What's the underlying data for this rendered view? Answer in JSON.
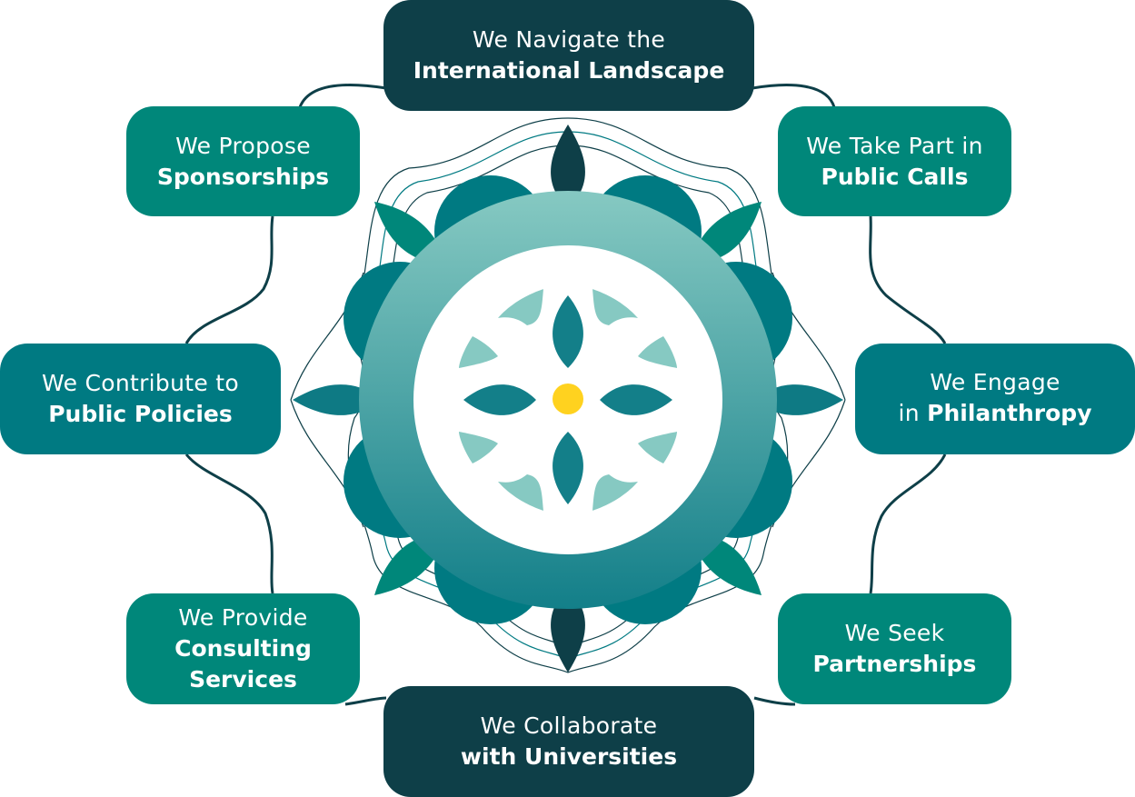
{
  "colors": {
    "dark_teal": "#0e3f48",
    "teal": "#007a82",
    "green_teal": "#00877a",
    "light_teal": "#7fc6bf",
    "center_dot": "#ffd21f"
  },
  "center_icon": "flower-emblem-icon",
  "nodes": {
    "top": {
      "line1": "We Navigate the",
      "line2": "International Landscape"
    },
    "top_right": {
      "line1": "We Take Part in",
      "line2": "Public Calls"
    },
    "right": {
      "line1_a": "We Engage",
      "line2_a": "in ",
      "line2_b": "Philanthropy"
    },
    "bottom_right": {
      "line1": "We Seek",
      "line2": "Partnerships"
    },
    "bottom": {
      "line1": "We Collaborate",
      "line2": "with Universities"
    },
    "bottom_left": {
      "line1": "We Provide",
      "line2": "Consulting",
      "line3": "Services"
    },
    "left": {
      "line1": "We Contribute to",
      "line2": "Public Policies"
    },
    "top_left": {
      "line1": "We Propose",
      "line2": "Sponsorships"
    }
  }
}
